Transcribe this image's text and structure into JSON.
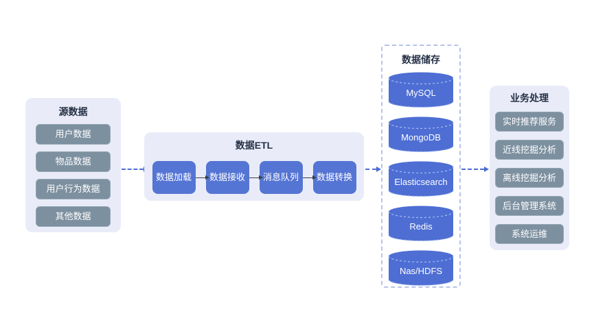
{
  "colors": {
    "page_bg": "#ffffff",
    "panel_bg": "#e9ecf8",
    "gray_box": "#7d90a0",
    "blue_box": "#5575d4",
    "cylinder": "#4e6ed4",
    "cylinder_rim": "#aabdf0",
    "title_text": "#273247",
    "box_text": "#ffffff",
    "dashed_arrow": "#4c6cd4",
    "solid_arrow": "#3a4049",
    "storage_border": "#b7c2ea"
  },
  "source_panel": {
    "title": "源数据",
    "items": [
      "用户数据",
      "物品数据",
      "用户行为数据",
      "其他数据"
    ]
  },
  "etl_panel": {
    "title": "数据ETL",
    "steps": [
      "数据加载",
      "数据接收",
      "消息队列",
      "数据转换"
    ]
  },
  "storage_panel": {
    "title": "数据储存",
    "stores": [
      "MySQL",
      "MongoDB",
      "Elasticsearch",
      "Redis",
      "Nas/HDFS"
    ]
  },
  "business_panel": {
    "title": "业务处理",
    "services": [
      "实时推荐服务",
      "近线挖掘分析",
      "离线挖掘分析",
      "后台管理系统",
      "系统运维"
    ]
  }
}
